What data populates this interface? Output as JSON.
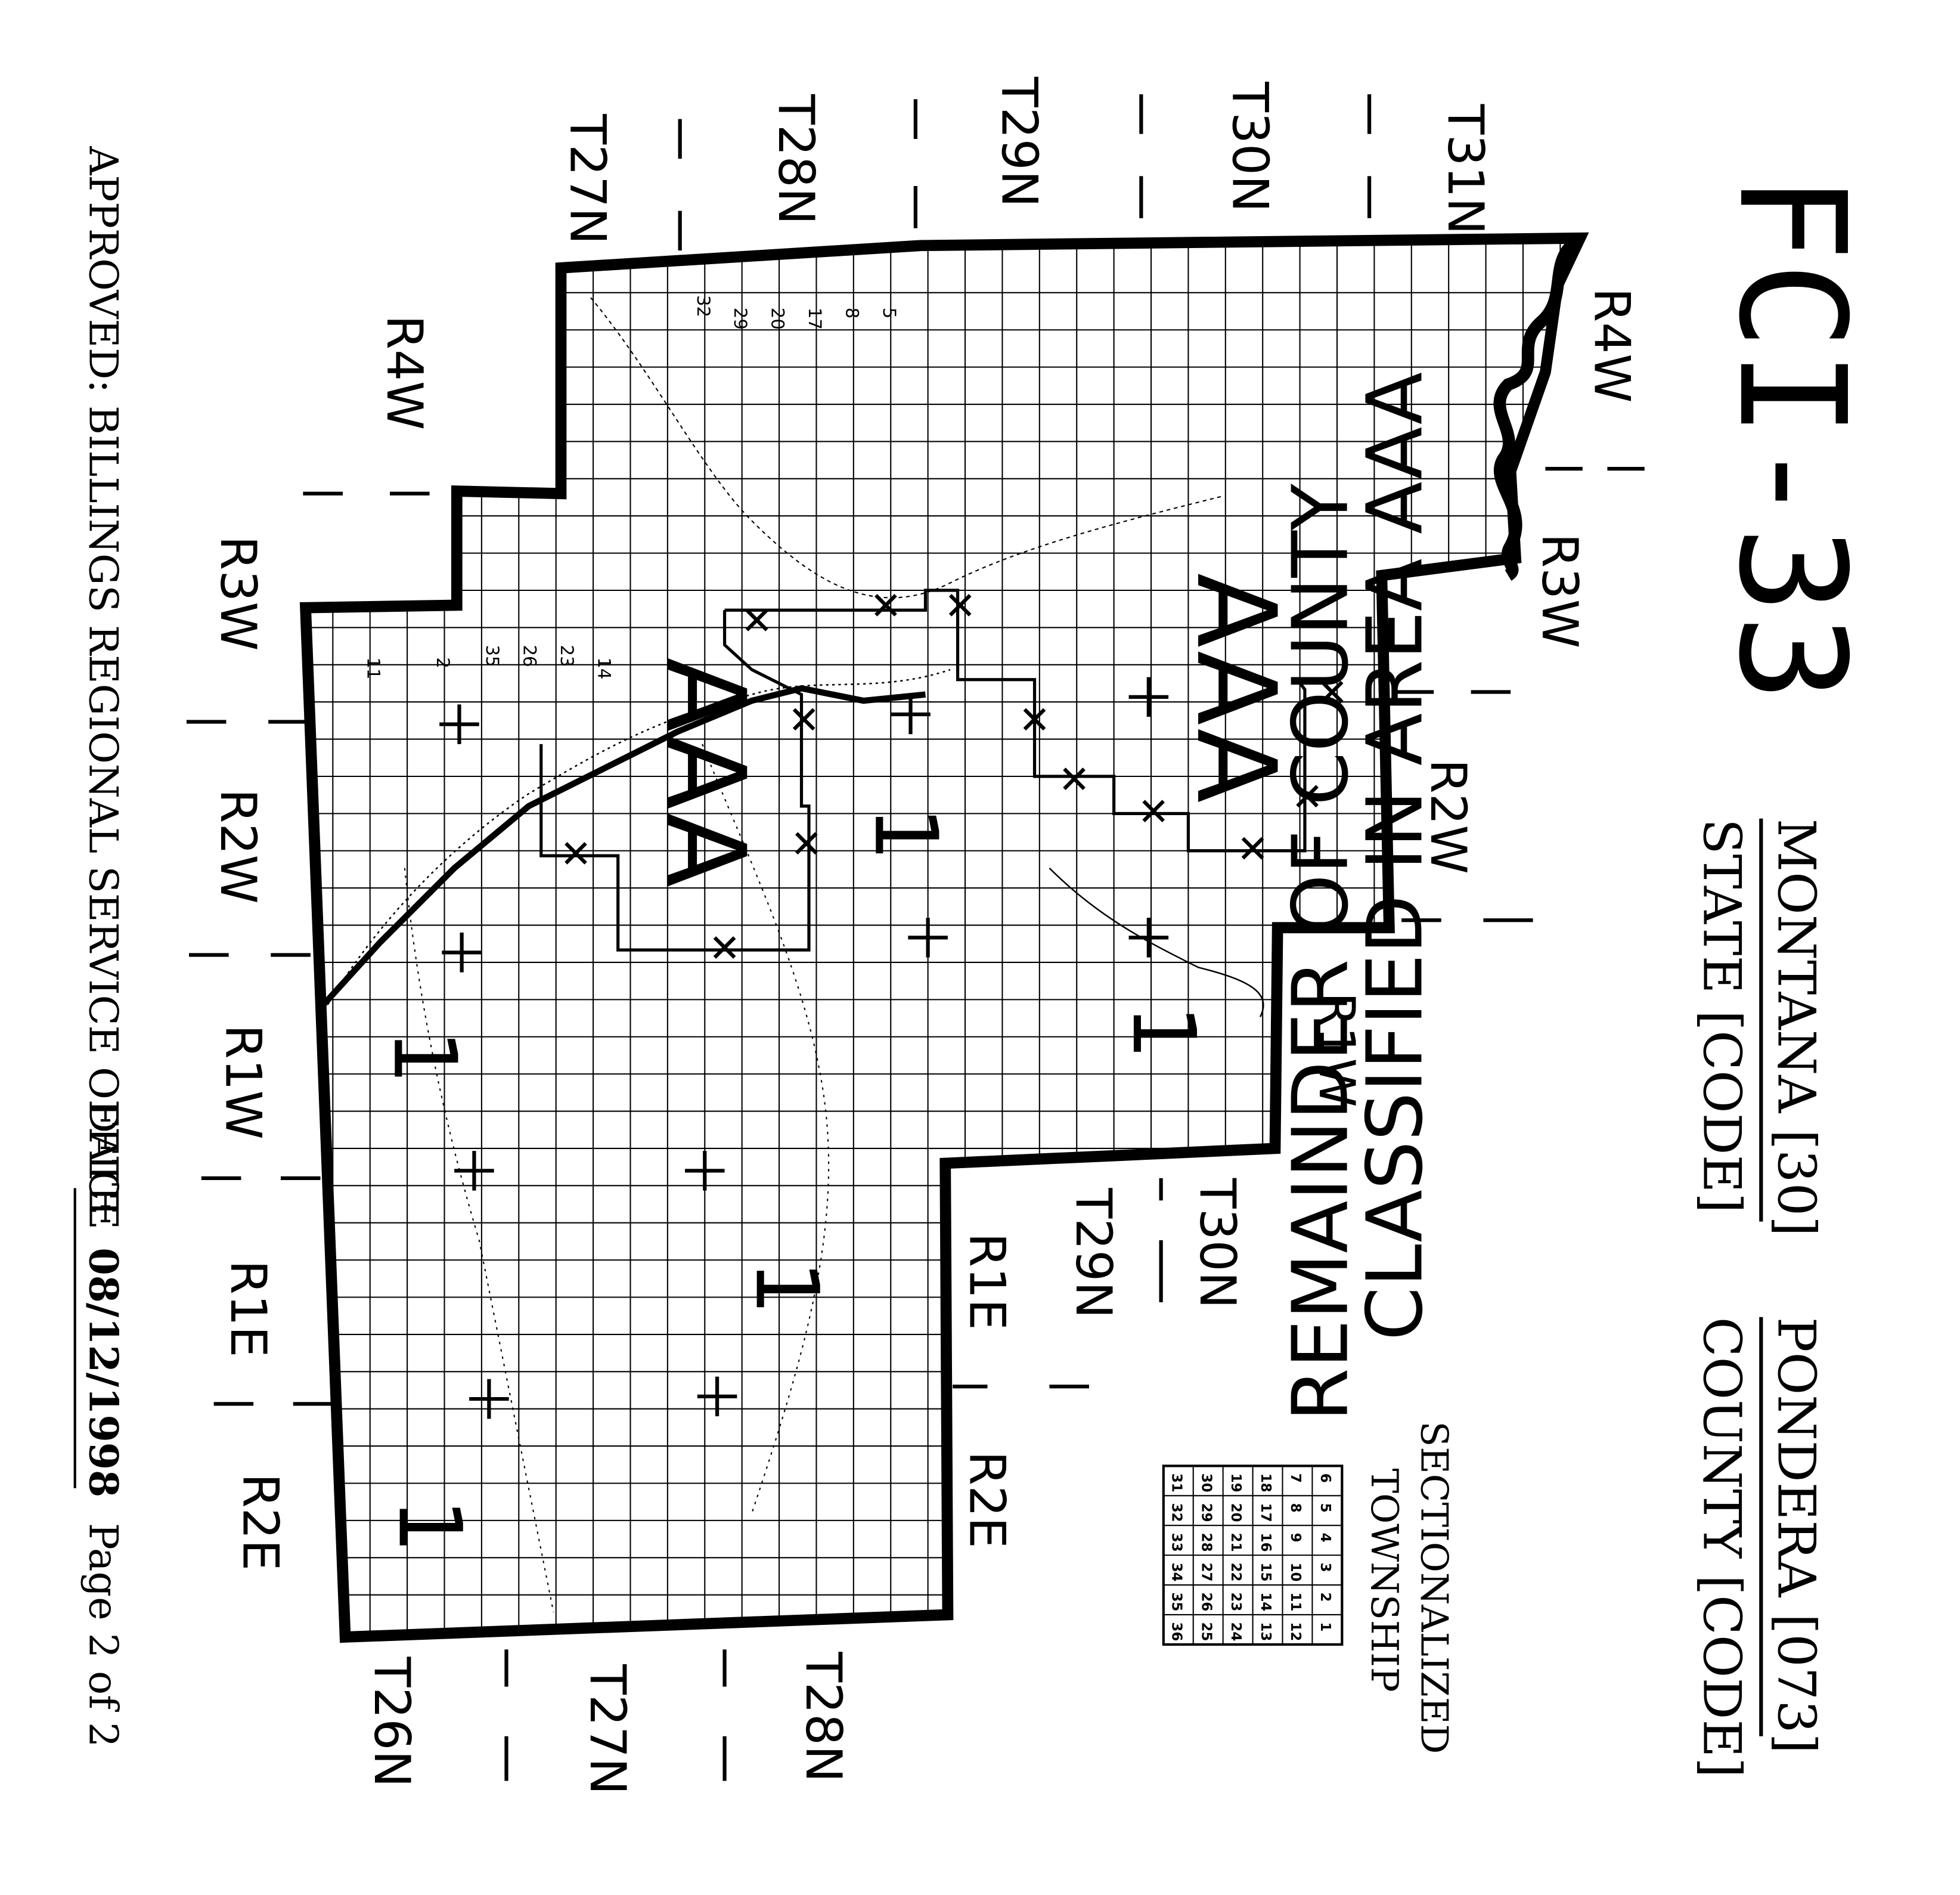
{
  "header": {
    "form_id": "FCI-33",
    "state_value": "MONTANA [30]",
    "state_label": "STATE [CODE]",
    "county_value": "PONDERA [073]",
    "county_label": "COUNTY [CODE]"
  },
  "footer": {
    "approved": "APPROVED: BILLINGS REGIONAL SERVICE OFFICE",
    "date_label": "DATE",
    "date_value": "08/12/1998",
    "page": "Page 2 of 2"
  },
  "legend": {
    "title_line1": "SECTIONALIZED",
    "title_line2": "TOWNSHIP",
    "grid": [
      [
        6,
        5,
        4,
        3,
        2,
        1
      ],
      [
        7,
        8,
        9,
        10,
        11,
        12
      ],
      [
        18,
        17,
        16,
        15,
        14,
        13
      ],
      [
        19,
        20,
        21,
        22,
        23,
        24
      ],
      [
        30,
        29,
        28,
        27,
        26,
        25
      ],
      [
        31,
        32,
        33,
        34,
        35,
        36
      ]
    ]
  },
  "map": {
    "annotation_line1": "REMAINDER OF COUNTY",
    "annotation_line2": "CLASSIFIED IN AREA AAA",
    "zone_aaa": "AAA",
    "zone_1": "1",
    "townships_top": [
      "T27N",
      "T28N",
      "T29N",
      "T30N",
      "T31N"
    ],
    "townships_bottom": [
      "T26N",
      "T27N",
      "T28N"
    ],
    "townships_mid": [
      "T29N",
      "T30N"
    ],
    "ranges_left": [
      "R4W",
      "R3W",
      "R2W",
      "R1W",
      "R1E",
      "R2E"
    ],
    "ranges_right": [
      "R4W",
      "R3W",
      "R2W",
      "R1W"
    ],
    "ranges_inner": [
      "R1E",
      "R2E"
    ],
    "section_numbers": [
      "5",
      "8",
      "17",
      "20",
      "29",
      "32",
      "2",
      "11",
      "14",
      "23",
      "26",
      "35"
    ]
  },
  "colors": {
    "ink": "#000000",
    "paper": "#ffffff"
  }
}
